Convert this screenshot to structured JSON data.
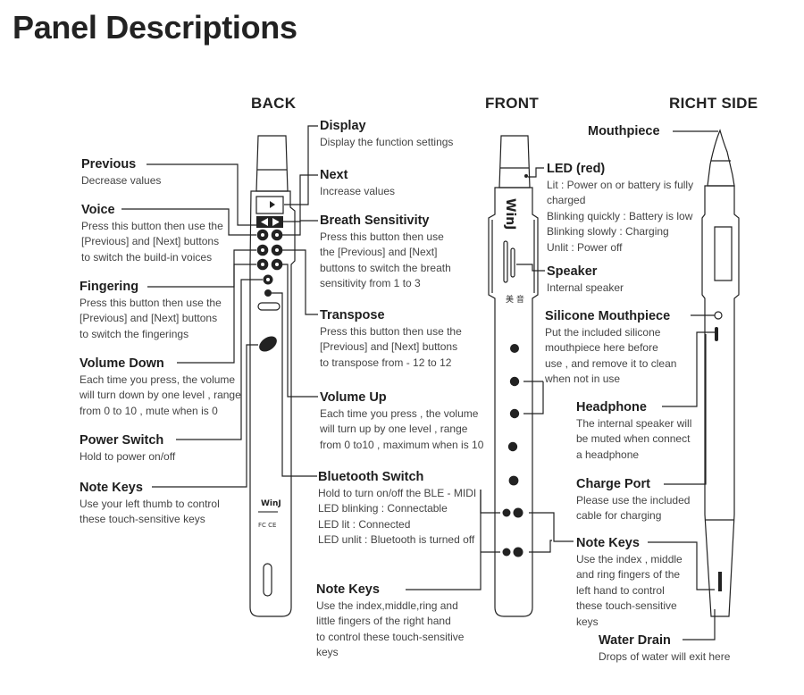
{
  "page_title": "Panel Descriptions",
  "views": {
    "back": "BACK",
    "front": "FRONT",
    "right": "RICHT SIDE"
  },
  "device_marks": {
    "brand": "WinJ",
    "small_brand": "WinJ",
    "cert": "FC CE"
  },
  "back_labels": {
    "previous": {
      "heading": "Previous",
      "desc": [
        "Decrease values"
      ]
    },
    "voice": {
      "heading": "Voice",
      "desc": [
        "Press this button then use the",
        "[Previous] and [Next] buttons",
        "to switch the build-in voices"
      ]
    },
    "fingering": {
      "heading": "Fingering",
      "desc": [
        "Press this button then use the",
        "[Previous] and [Next] buttons",
        "to switch the fingerings"
      ]
    },
    "volume_down": {
      "heading": "Volume Down",
      "desc": [
        "Each time you press, the volume",
        "will turn down by one level , range",
        "from 0 to 10 , mute when is 0"
      ]
    },
    "power_switch": {
      "heading": "Power Switch",
      "desc": [
        "Hold to power on/off"
      ]
    },
    "note_keys": {
      "heading": "Note Keys",
      "desc": [
        "Use your left thumb to control",
        "these touch-sensitive keys"
      ]
    },
    "display": {
      "heading": "Display",
      "desc": [
        "Display the function settings"
      ]
    },
    "next": {
      "heading": "Next",
      "desc": [
        "Increase values"
      ]
    },
    "breath_sensitivity": {
      "heading": "Breath Sensitivity",
      "desc": [
        "Press this button then use",
        "the [Previous] and [Next]",
        "buttons to switch the breath",
        "sensitivity from 1 to 3"
      ]
    },
    "transpose": {
      "heading": "Transpose",
      "desc": [
        "Press this button then use the",
        "[Previous] and [Next] buttons",
        "to transpose from - 12 to 12"
      ]
    },
    "volume_up": {
      "heading": "Volume Up",
      "desc": [
        "Each time you press , the volume",
        "will turn up by one level , range",
        "from 0 to10 , maximum when is 10"
      ]
    },
    "bluetooth_switch": {
      "heading": "Bluetooth Switch",
      "desc": [
        "Hold to turn on/off the BLE - MIDI",
        "LED blinking : Connectable",
        "LED lit : Connected",
        "LED unlit : Bluetooth is turned off"
      ]
    }
  },
  "front_labels": {
    "led": {
      "heading": "LED (red)",
      "desc": [
        "Lit : Power on or battery is fully",
        "charged",
        "Blinking quickly : Battery is low",
        "Blinking slowly : Charging",
        "Unlit : Power off"
      ]
    },
    "speaker": {
      "heading": "Speaker",
      "desc": [
        "Internal speaker"
      ]
    },
    "note_keys": {
      "heading": "Note Keys",
      "desc": [
        "Use the index,middle,ring and",
        "little fingers of the right hand",
        "to control these touch-sensitive",
        "keys"
      ]
    }
  },
  "side_labels": {
    "mouthpiece": {
      "heading": "Mouthpiece",
      "desc": []
    },
    "silicone_mouthpiece": {
      "heading": "Silicone Mouthpiece",
      "desc": [
        "Put the included silicone",
        "mouthpiece here before",
        "use , and remove it to clean",
        "when not in use"
      ]
    },
    "headphone": {
      "heading": "Headphone",
      "desc": [
        "The internal speaker will",
        "be muted when connect",
        "a headphone"
      ]
    },
    "charge_port": {
      "heading": "Charge Port",
      "desc": [
        "Please use the included",
        "cable for charging"
      ]
    },
    "note_keys": {
      "heading": "Note Keys",
      "desc": [
        "Use the index , middle",
        "and ring fingers of the",
        "left hand to control",
        "these touch-sensitive",
        "keys"
      ]
    },
    "water_drain": {
      "heading": "Water Drain",
      "desc": [
        "Drops of water will exit here"
      ]
    }
  },
  "colors": {
    "ink": "#222222",
    "text": "#444444",
    "body_fill": "#ffffff",
    "dark_key": "#222222"
  }
}
